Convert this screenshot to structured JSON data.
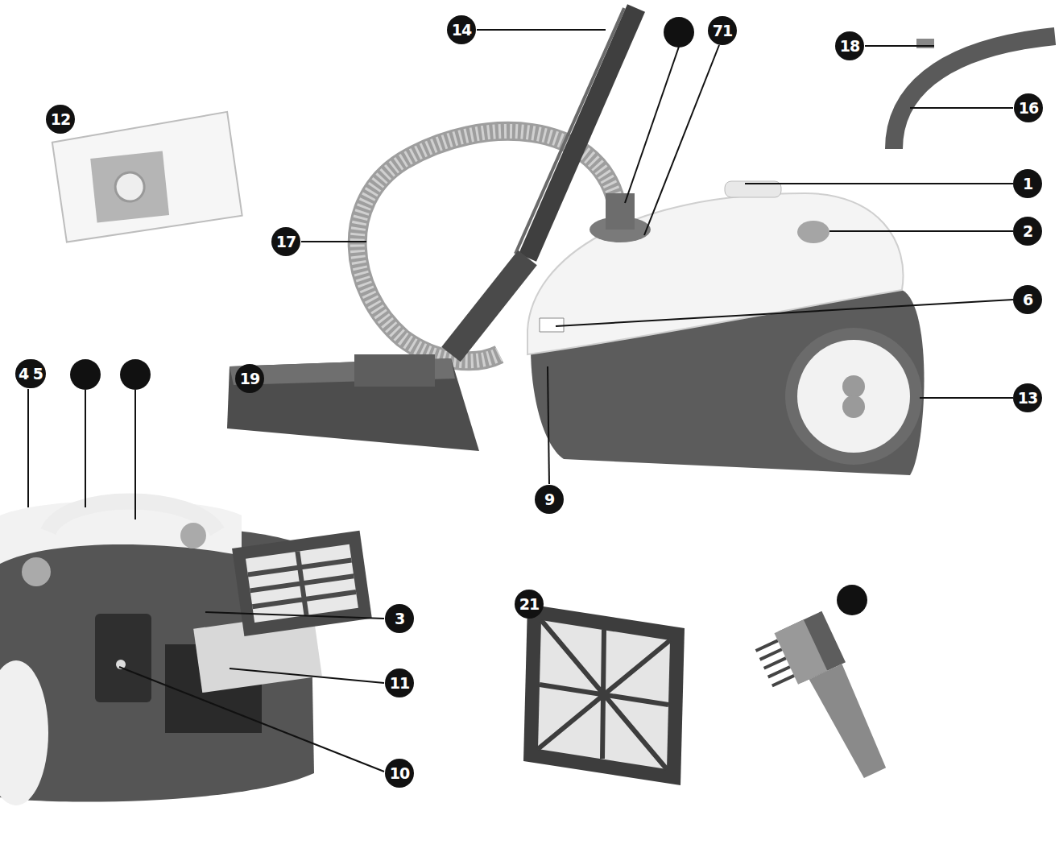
{
  "diagram": {
    "labels": [
      "14",
      "71",
      "18",
      "16",
      "12",
      "1",
      "2",
      "17",
      "6",
      "19",
      "13",
      "9",
      "4 5",
      "3",
      "11",
      "21",
      "10"
    ]
  }
}
